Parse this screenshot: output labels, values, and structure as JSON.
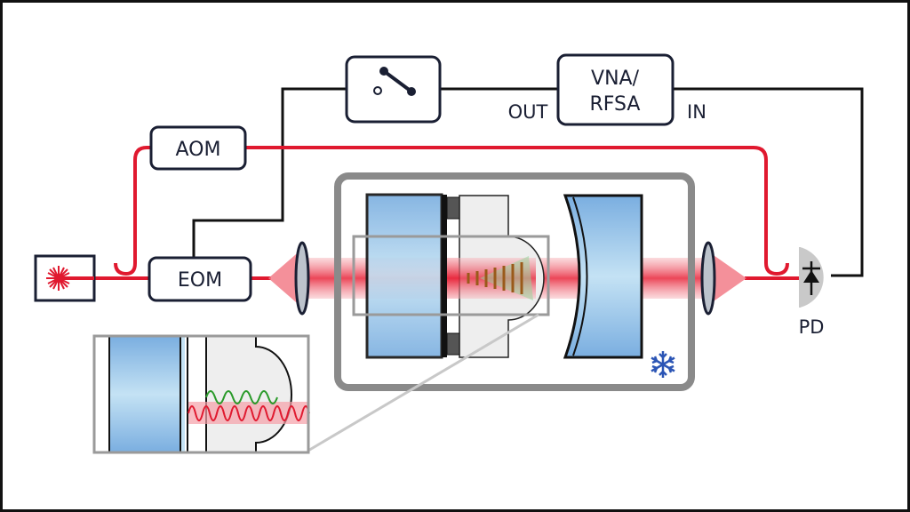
{
  "labels": {
    "aom": "AOM",
    "eom": "EOM",
    "vna_line1": "VNA/",
    "vna_line2": "RFSA",
    "out": "OUT",
    "in": "IN",
    "pd": "PD"
  },
  "colors": {
    "laser_red": "#e0192f",
    "box_stroke": "#1a1f33",
    "cryostat_gray": "#8a8a8a",
    "mirror_blue": "#9cc6ea",
    "snowflake": "#2b55b5"
  },
  "icons": [
    "laser-icon",
    "switch-icon",
    "photodiode-icon",
    "snowflake-icon",
    "lens-icon"
  ]
}
